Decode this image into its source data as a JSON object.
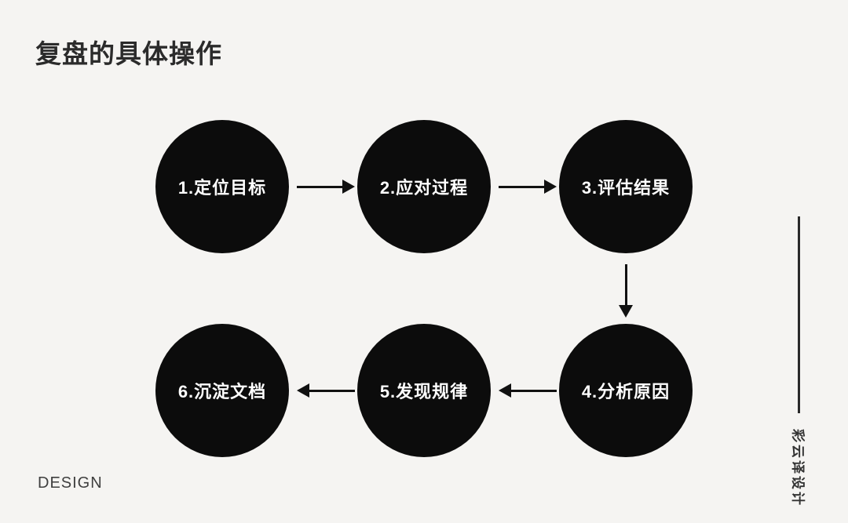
{
  "title": "复盘的具体操作",
  "footer": {
    "design_label": "DESIGN"
  },
  "watermark": {
    "text": "彩云译设计"
  },
  "colors": {
    "background": "#f5f4f2",
    "node_fill": "#0c0c0c",
    "node_text": "#ffffff",
    "title_text": "#2b2b2b",
    "arrow": "#111111",
    "watermark_text": "#333333"
  },
  "diagram": {
    "type": "flowchart",
    "steps": [
      {
        "id": 1,
        "label": "1.定位目标"
      },
      {
        "id": 2,
        "label": "2.应对过程"
      },
      {
        "id": 3,
        "label": "3.评估结果"
      },
      {
        "id": 4,
        "label": "4.分析原因"
      },
      {
        "id": 5,
        "label": "5.发现规律"
      },
      {
        "id": 6,
        "label": "6.沉淀文档"
      }
    ],
    "connections": [
      {
        "from": 1,
        "to": 2,
        "direction": "right"
      },
      {
        "from": 2,
        "to": 3,
        "direction": "right"
      },
      {
        "from": 3,
        "to": 4,
        "direction": "down"
      },
      {
        "from": 4,
        "to": 5,
        "direction": "left"
      },
      {
        "from": 5,
        "to": 6,
        "direction": "left"
      }
    ]
  }
}
